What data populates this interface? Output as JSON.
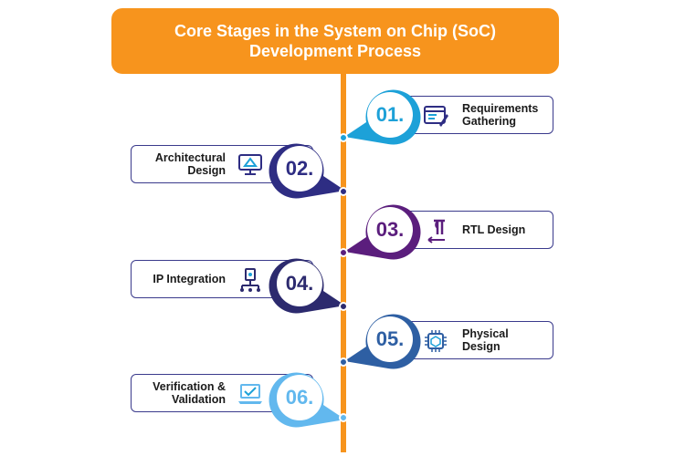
{
  "title": {
    "line1": "Core Stages in the System on Chip (SoC)",
    "line2": "Development Process"
  },
  "colors": {
    "title_bg": "#f7941d",
    "timeline": "#f7941d",
    "card_border": "#3a3a8c"
  },
  "stages": [
    {
      "number": "01.",
      "label_line1": "Requirements",
      "label_line2": "Gathering",
      "icon": "requirements-document-icon",
      "color": "#1da1d8"
    },
    {
      "number": "02.",
      "label_line1": "Architectural",
      "label_line2": "Design",
      "icon": "architecture-monitor-icon",
      "color": "#2e2d83"
    },
    {
      "number": "03.",
      "label_line1": "RTL Design",
      "label_line2": "",
      "icon": "rtl-paragraph-icon",
      "color": "#5b1e7d"
    },
    {
      "number": "04.",
      "label_line1": "IP Integration",
      "label_line2": "",
      "icon": "ip-integration-icon",
      "color": "#2c2a6e"
    },
    {
      "number": "05.",
      "label_line1": "Physical Design",
      "label_line2": "",
      "icon": "chip-cube-icon",
      "color": "#2e5fa3"
    },
    {
      "number": "06.",
      "label_line1": "Verification &",
      "label_line2": "Validation",
      "icon": "verification-laptop-icon",
      "color": "#62b8ee"
    }
  ]
}
